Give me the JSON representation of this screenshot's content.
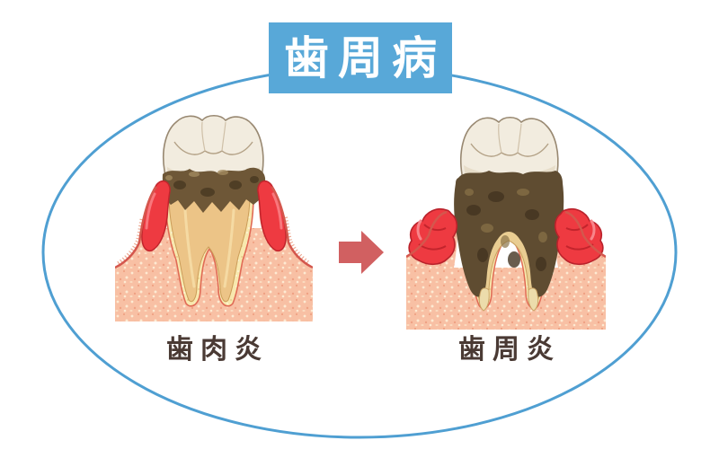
{
  "title": {
    "text": "歯周病"
  },
  "stages": [
    {
      "id": "gingivitis",
      "label": "歯肉炎"
    },
    {
      "id": "periodontitis",
      "label": "歯周炎"
    }
  ],
  "arrow": {
    "icon": "arrow-right-icon",
    "direction": "right"
  },
  "colors": {
    "banner_blue": "#58a8d8",
    "title_text": "#ffffff",
    "ellipse_blue": "#4f9fd2",
    "arrow_red": "#d16061",
    "label_text": "#4a3a34",
    "gum_pink": "#f8c0a4",
    "gum_red": "#ee3a41",
    "gum_red_dark": "#c2242c",
    "tartar_brown_mild": "#6e5737",
    "tartar_brown_severe": "#5f4c31",
    "root_tan": "#ecc487",
    "ligament_yellow": "#f8e8ae",
    "crown_white": "#f2ecdf"
  }
}
